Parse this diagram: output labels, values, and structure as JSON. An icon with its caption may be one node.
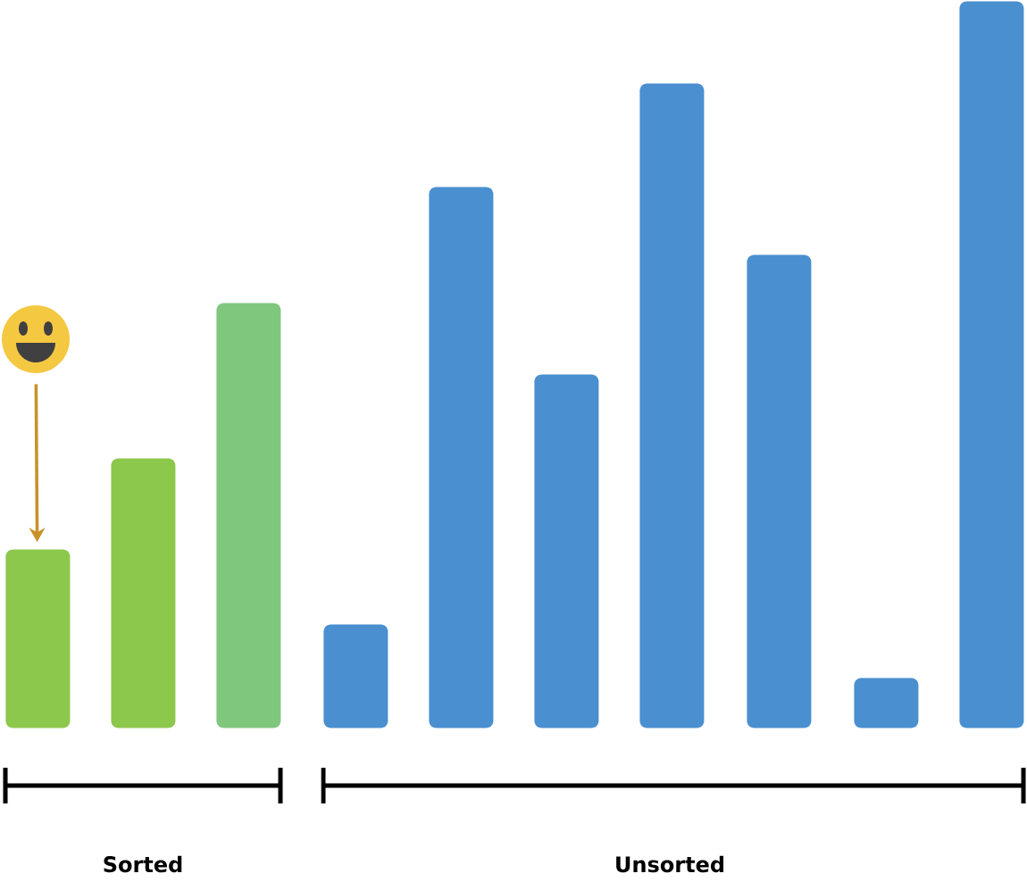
{
  "diagram": {
    "nodes": [
      {
        "text": [],
        "shape": "circle"
      },
      {
        "text": [],
        "shape": "bar"
      },
      {
        "text": [],
        "shape": "bar"
      },
      {
        "text": [],
        "shape": "bar"
      },
      {
        "text": [],
        "shape": "bar"
      },
      {
        "text": [],
        "shape": "bar"
      },
      {
        "text": [],
        "shape": "bar"
      },
      {
        "text": [],
        "shape": "bar"
      },
      {
        "text": [],
        "shape": "bar"
      },
      {
        "text": [],
        "shape": "bar"
      },
      {
        "text": [],
        "shape": "bar"
      }
    ],
    "edges": [
      {
        "from": 0,
        "to": 1,
        "arrow": "to"
      }
    ],
    "labels": [
      "Sorted",
      "Unsorted"
    ]
  }
}
